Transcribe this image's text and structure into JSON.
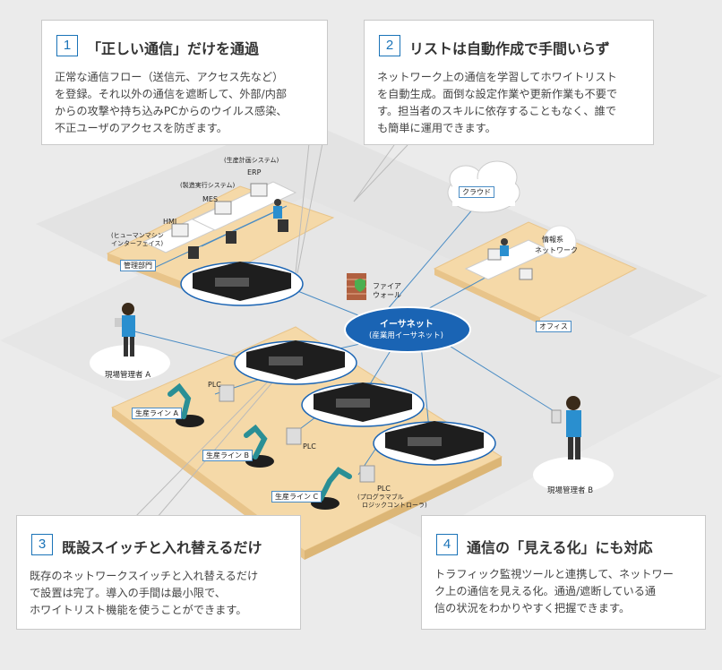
{
  "callouts": [
    {
      "number": "1",
      "title": "「正しい通信」だけを通過",
      "body": "正常な通信フロー（送信元、アクセス先など）\nを登録。それ以外の通信を遮断して、外部/内部\nからの攻撃や持ち込みPCからのウイルス感染、\n不正ユーザのアクセスを防ぎます。"
    },
    {
      "number": "2",
      "title": "リストは自動作成で手間いらず",
      "body": "ネットワーク上の通信を学習してホワイトリスト\nを自動生成。面倒な設定作業や更新作業も不要で\nす。担当者のスキルに依存することもなく、誰で\nも簡単に運用できます。"
    },
    {
      "number": "3",
      "title": "既設スイッチと入れ替えるだけ",
      "body": "既存のネットワークスイッチと入れ替えるだけ\nで設置は完了。導入の手間は最小限で、\nホワイトリスト機能を使うことができます。"
    },
    {
      "number": "4",
      "title": "通信の「見える化」にも対応",
      "body": "トラフィック監視ツールと連携して、ネットワー\nク上の通信を見える化。通過/遮断している通\n信の状況をわかりやすく把握できます。"
    }
  ],
  "diagram": {
    "erp_note": "(生産計画システム)",
    "erp": "ERP",
    "mes_note": "(製造実行システム)",
    "mes": "MES",
    "hmi": "HMI",
    "hmi_note1": "(ヒューマンマシン",
    "hmi_note2": "インターフェイス)",
    "kanri": "管理部門",
    "cloud": "クラウド",
    "info1": "情報系",
    "info2": "ネットワーク",
    "office": "オフィス",
    "firewall1": "ファイア",
    "firewall2": "ウォール",
    "ethernet1": "イーサネット",
    "ethernet2": "(産業用イーサネット)",
    "manager_a": "現場管理者 A",
    "manager_b": "現場管理者 B",
    "plc": "PLC",
    "plc_note1": "(プログラマブル",
    "plc_note2": "ロジックコントローラ)",
    "line_a": "生産ライン A",
    "line_b": "生産ライン B",
    "line_c": "生産ライン C"
  },
  "colors": {
    "accent": "#1a73b8",
    "floor": "#f5d9a8",
    "floor_edge": "#e8c48a",
    "switch": "#1e1e1e",
    "robot": "#2a8f95",
    "ethernet": "#1a64b4"
  }
}
